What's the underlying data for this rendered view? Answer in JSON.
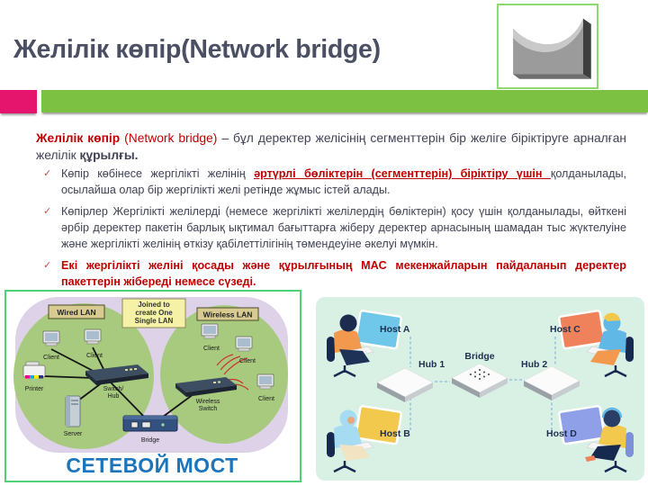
{
  "slide": {
    "title": "Желілік көпір(Network bridge)"
  },
  "intro": {
    "term": "Желілік көпір ",
    "term_en": "(Network bridge) ",
    "body": "– бұл деректер желісінің сегменттерін бір желіге біріктіруге арналған желілік ",
    "body_bold": "құрылғы."
  },
  "bullets": {
    "check_glyph": "✓",
    "item1": {
      "pre": "Көпір көбінесе жергілікті желінің ",
      "highlight": "әртүрлі бөліктерін (сегменттерін) біріктіру үшін ",
      "post": "қолданылады, осылайша олар бір жергілікті желі ретінде жұмыс істей алады."
    },
    "item2": "Көпірлер Жергілікті желілерді (немесе жергілікті желілердің бөліктерін) қосу үшін қолданылады, өйткені әрбір деректер пакетін барлық ықтимал бағыттарға жіберу деректер арнасының шамадан тыс жүктелуіне және жергілікті желінің өткізу қабілеттілігінің төмендеуіне әкелуі мүмкін.",
    "item3": "Екі жергілікті желіні қосады және құрылғының MAC мекенжайларын пайдаланып деректер пакеттерін жібереді немесе сүзеді."
  },
  "left_diagram": {
    "wired_lan": "Wired LAN",
    "wireless_lan": "Wireless LAN",
    "joined_lines": [
      "Joined to",
      "create One",
      "Single LAN"
    ],
    "client": "Client",
    "printer": "Printer",
    "server": "Server",
    "switch_hub_lines": [
      "Switch/",
      "Hub"
    ],
    "wireless_switch_lines": [
      "Wireless",
      "Switch"
    ],
    "bridge": "Bridge",
    "caption": "СЕТЕВОЙ МОСТ"
  },
  "right_diagram": {
    "host_a": "Host A",
    "host_b": "Host B",
    "host_c": "Host C",
    "host_d": "Host D",
    "hub1": "Hub 1",
    "hub2": "Hub 2",
    "bridge": "Bridge"
  },
  "colors": {
    "accent_pink": "#E5156E",
    "accent_green": "#7CC142",
    "title_text": "#4A4F63",
    "body_text": "#3F4254",
    "emphasis_red": "#C00000",
    "caption_blue": "#1B75BC",
    "diagram_border_green": "#4FD077",
    "illustration_mint": "#D9F0E5"
  }
}
